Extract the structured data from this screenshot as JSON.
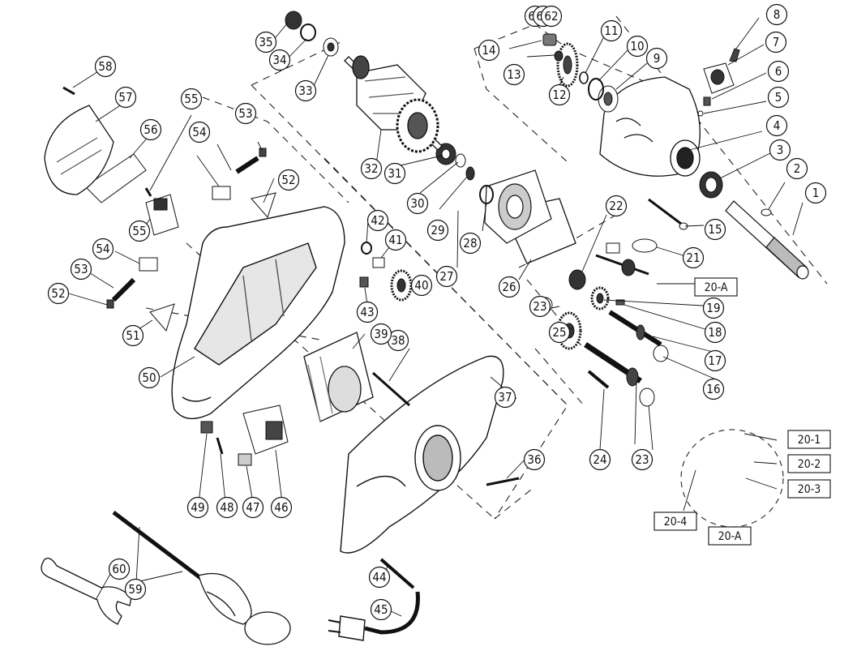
{
  "diagram": {
    "style": {
      "line": "#111111",
      "fill": "#ffffff",
      "shade": "#3a3a3a",
      "light": "#9a9a9a"
    },
    "callouts": [
      "1",
      "2",
      "3",
      "4",
      "5",
      "6",
      "7",
      "8",
      "9",
      "10",
      "11",
      "12",
      "13",
      "14",
      "15",
      "16",
      "17",
      "18",
      "19",
      "21",
      "22",
      "23",
      "23",
      "24",
      "25",
      "26",
      "27",
      "28",
      "29",
      "30",
      "31",
      "32",
      "33",
      "34",
      "35",
      "36",
      "37",
      "38",
      "39",
      "40",
      "41",
      "42",
      "43",
      "44",
      "45",
      "46",
      "47",
      "48",
      "49",
      "50",
      "51",
      "52",
      "52",
      "53",
      "53",
      "54",
      "54",
      "55",
      "55",
      "56",
      "57",
      "58",
      "59",
      "60",
      "61",
      "61",
      "62"
    ],
    "boxed_labels": [
      "20-A",
      "20-1",
      "20-2",
      "20-3",
      "20-4",
      "20-A"
    ]
  }
}
